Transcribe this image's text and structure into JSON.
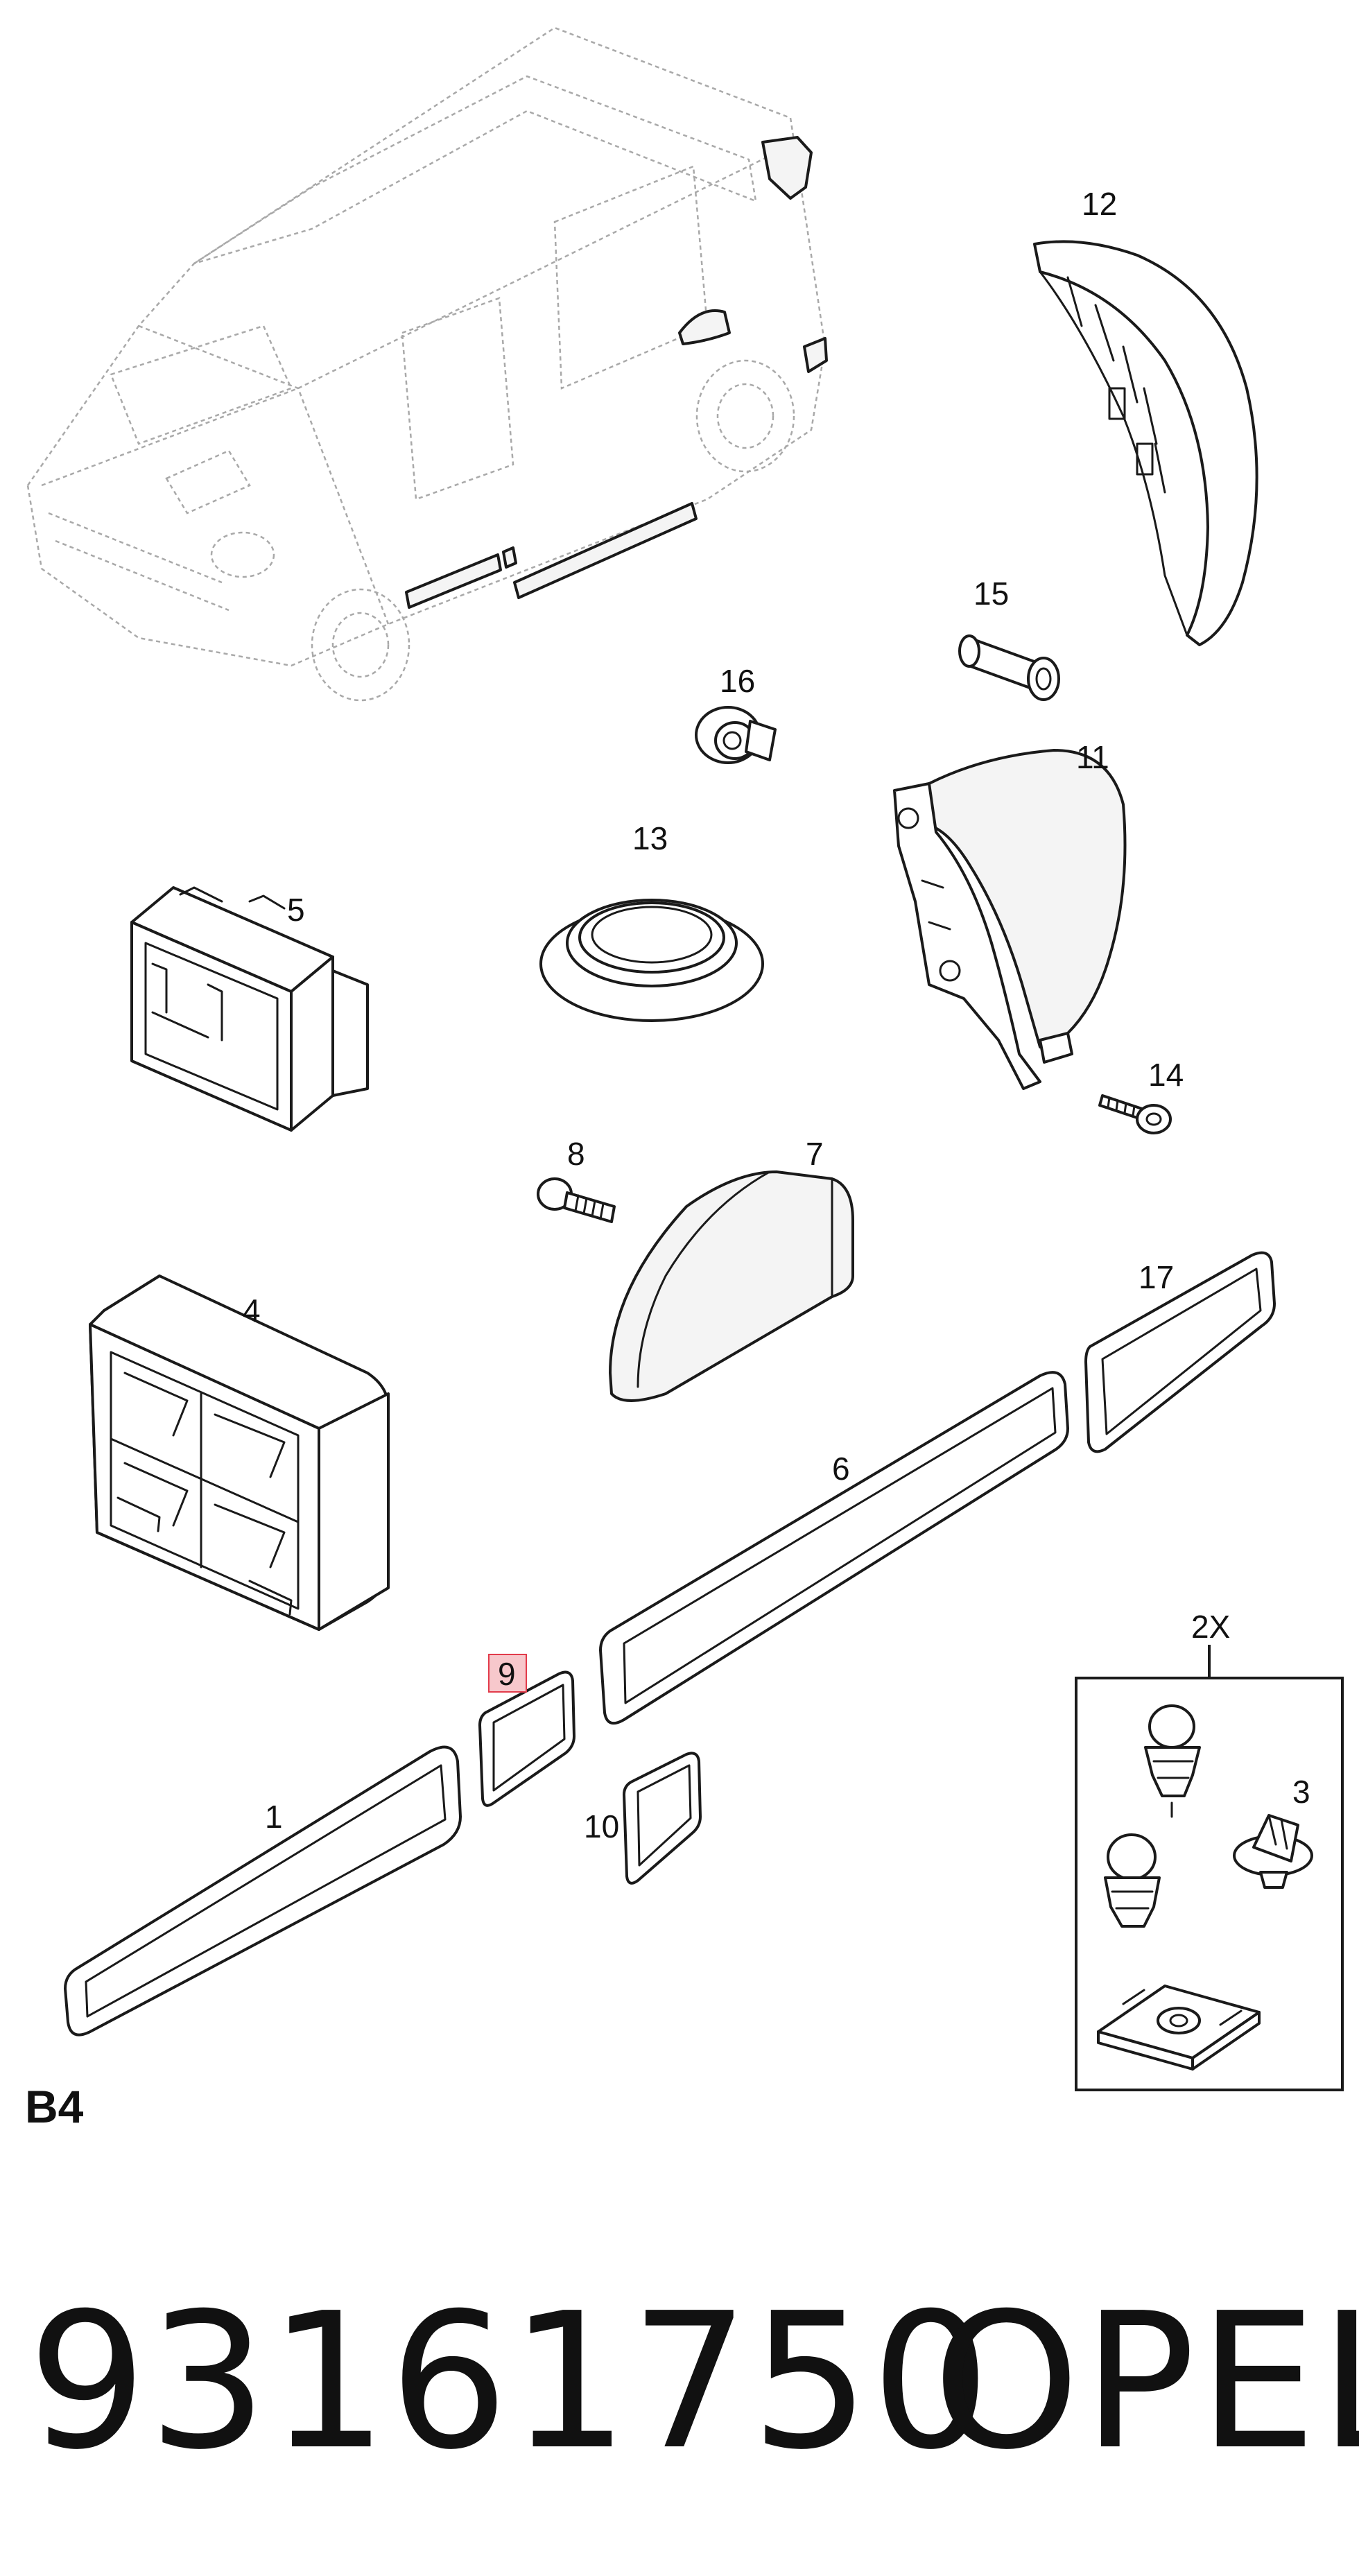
{
  "callouts": {
    "c1": "1",
    "c2x": "2X",
    "c3": "3",
    "c4": "4",
    "c5": "5",
    "c6": "6",
    "c7": "7",
    "c8": "8",
    "c9": "9",
    "c10": "10",
    "c11": "11",
    "c12": "12",
    "c13": "13",
    "c14": "14",
    "c15": "15",
    "c16": "16",
    "c17": "17"
  },
  "highlighted_callout": "9",
  "section_code": "B4",
  "part_number": "93161750",
  "brand": "OPEL",
  "colors": {
    "highlight_fill": "#f7c8cc",
    "highlight_stroke": "#e23b4b",
    "line": "#1a1a1a"
  }
}
